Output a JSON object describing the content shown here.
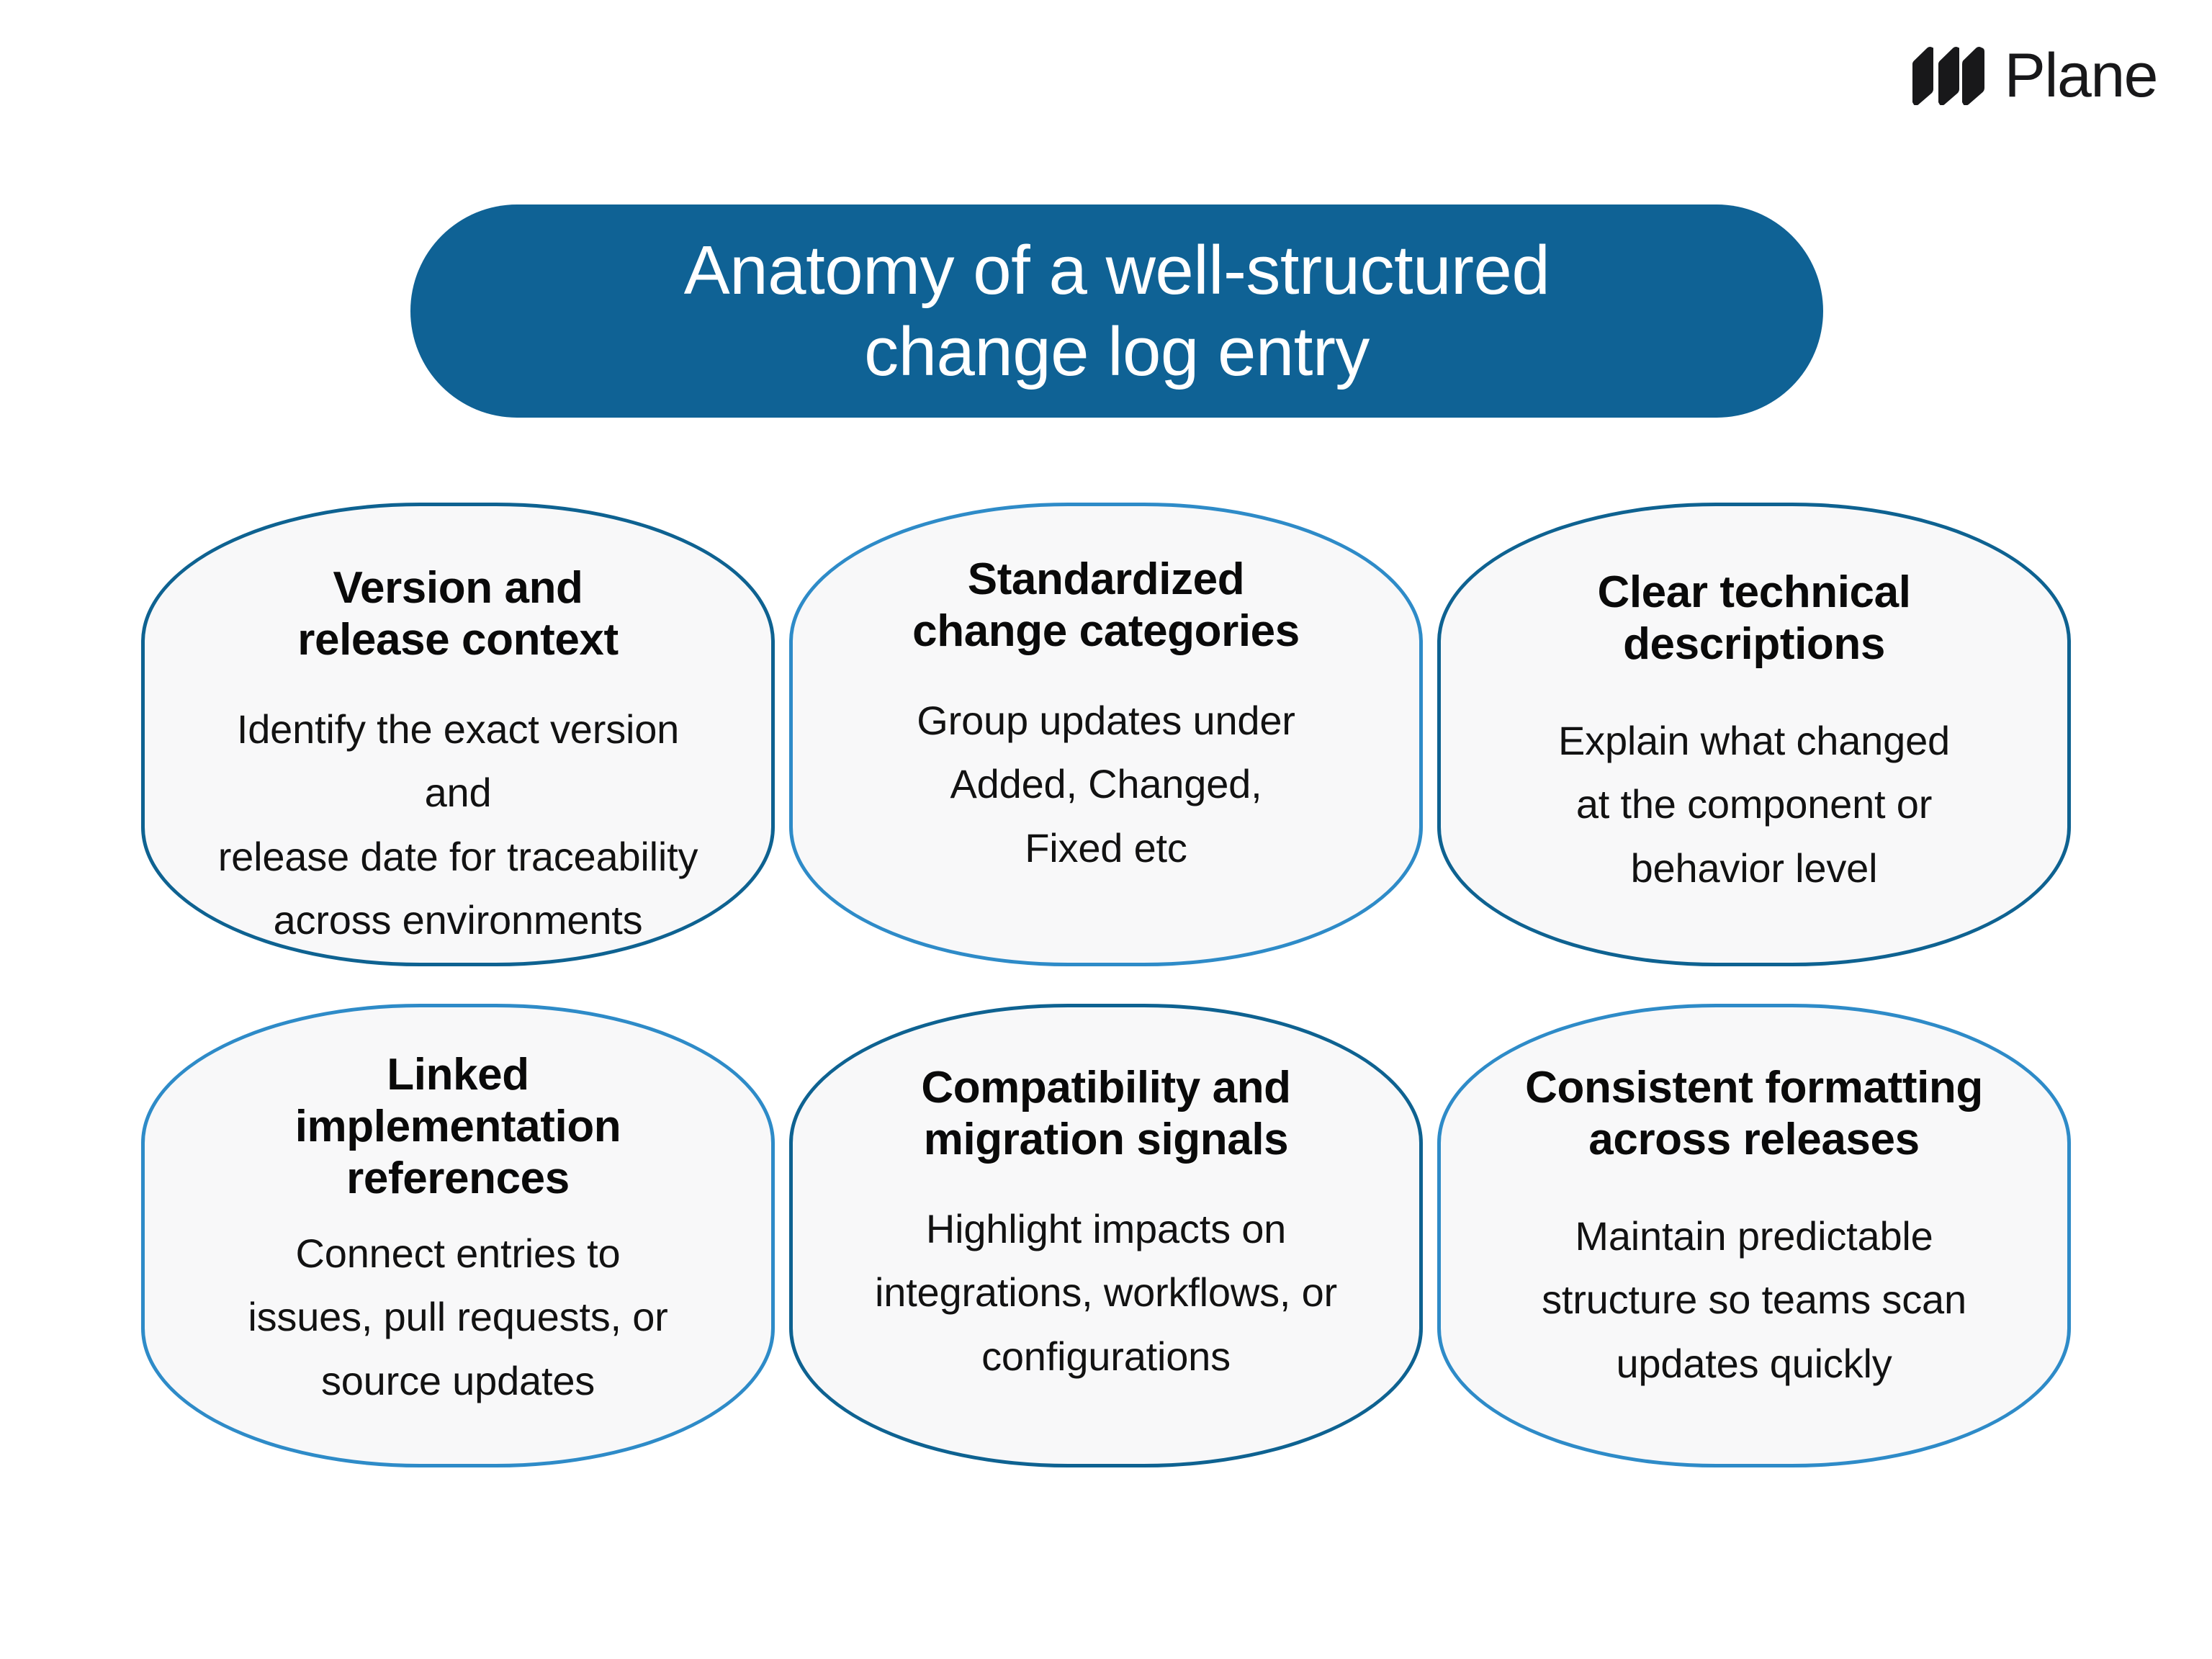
{
  "brand": {
    "name": "Plane",
    "logo_icon": "plane-logo-icon",
    "logo_color": "#18181a"
  },
  "banner": {
    "title": "Anatomy of a well-structured\nchange log entry",
    "background_color": "#0F6295",
    "text_color": "#FFFFFF"
  },
  "theme": {
    "page_background": "#FFFFFF",
    "card_fill": "#F8F8F9",
    "border_dark": "#0E6291",
    "border_light": "#2E8BC8",
    "text_color": "#111111"
  },
  "cards": [
    {
      "title": "Version and\nrelease context",
      "body": "Identify the exact version and\nrelease date for traceability\nacross environments",
      "border_style": "dark",
      "border_color": "#0E6291"
    },
    {
      "title": "Standardized\nchange categories",
      "body": "Group updates under\nAdded, Changed,\nFixed etc",
      "border_style": "light",
      "border_color": "#2E8BC8"
    },
    {
      "title": "Clear technical\ndescriptions",
      "body": "Explain what changed\nat the component or\nbehavior level",
      "border_style": "dark",
      "border_color": "#0E6291"
    },
    {
      "title": "Linked\nimplementation\nreferences",
      "body": "Connect entries to\nissues, pull requests, or\nsource updates",
      "border_style": "light",
      "border_color": "#2E8BC8"
    },
    {
      "title": "Compatibility and\nmigration signals",
      "body": "Highlight impacts on\nintegrations, workflows, or\nconfigurations",
      "border_style": "dark",
      "border_color": "#0E6291"
    },
    {
      "title": "Consistent formatting\nacross releases",
      "body": "Maintain predictable\nstructure so teams scan\nupdates quickly",
      "border_style": "light",
      "border_color": "#2E8BC8"
    }
  ]
}
